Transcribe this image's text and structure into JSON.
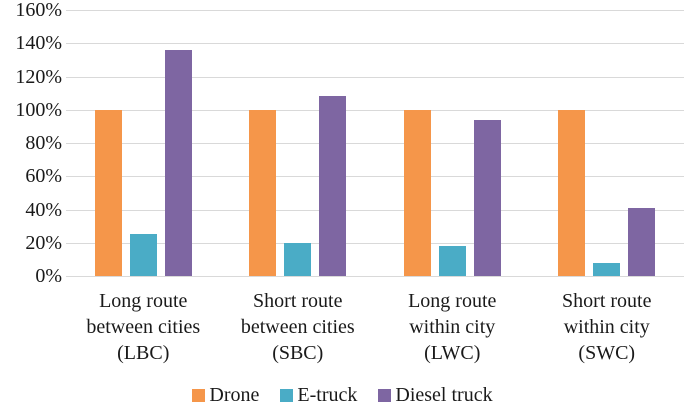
{
  "chart_data": {
    "type": "bar",
    "title": "",
    "xlabel": "",
    "ylabel": "",
    "categories": [
      "Long route between cities (LBC)",
      "Short route between cities (SBC)",
      "Long route within city (LWC)",
      "Short route within city (SWC)"
    ],
    "category_lines": [
      [
        "Long route",
        "between cities",
        "(LBC)"
      ],
      [
        "Short route",
        "between cities",
        "(SBC)"
      ],
      [
        "Long route",
        "within city",
        "(LWC)"
      ],
      [
        "Short route",
        "within city",
        "(SWC)"
      ]
    ],
    "series": [
      {
        "name": "Drone",
        "color": "#F5964A",
        "values": [
          100,
          100,
          100,
          100
        ]
      },
      {
        "name": "E-truck",
        "color": "#4AACC6",
        "values": [
          25,
          20,
          18,
          8
        ]
      },
      {
        "name": "Diesel truck",
        "color": "#7E66A2",
        "values": [
          136,
          108,
          94,
          41
        ]
      }
    ],
    "ylim": [
      0,
      160
    ],
    "ytick_step": 20,
    "ytick_labels": [
      "0%",
      "20%",
      "40%",
      "60%",
      "80%",
      "100%",
      "120%",
      "140%",
      "160%"
    ],
    "grid": true,
    "gridline_color": "#d9d9d9",
    "legend_position": "bottom"
  }
}
